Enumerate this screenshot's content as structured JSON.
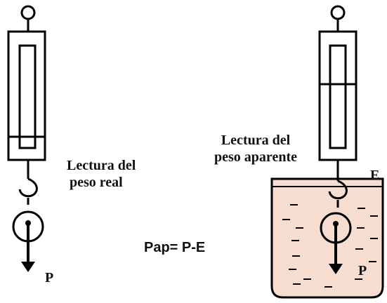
{
  "left_scale": {
    "caption_line1": "Lectura del",
    "caption_line2": "peso real",
    "weight_label": "P"
  },
  "right_scale": {
    "caption_line1": "Lectura del",
    "caption_line2": "peso aparente",
    "weight_label": "P",
    "buoyancy_label": "E"
  },
  "formula": "Pap= P-E",
  "colors": {
    "ink": "#000000",
    "liquid": "#f7dcd0",
    "background": "#ffffff"
  }
}
